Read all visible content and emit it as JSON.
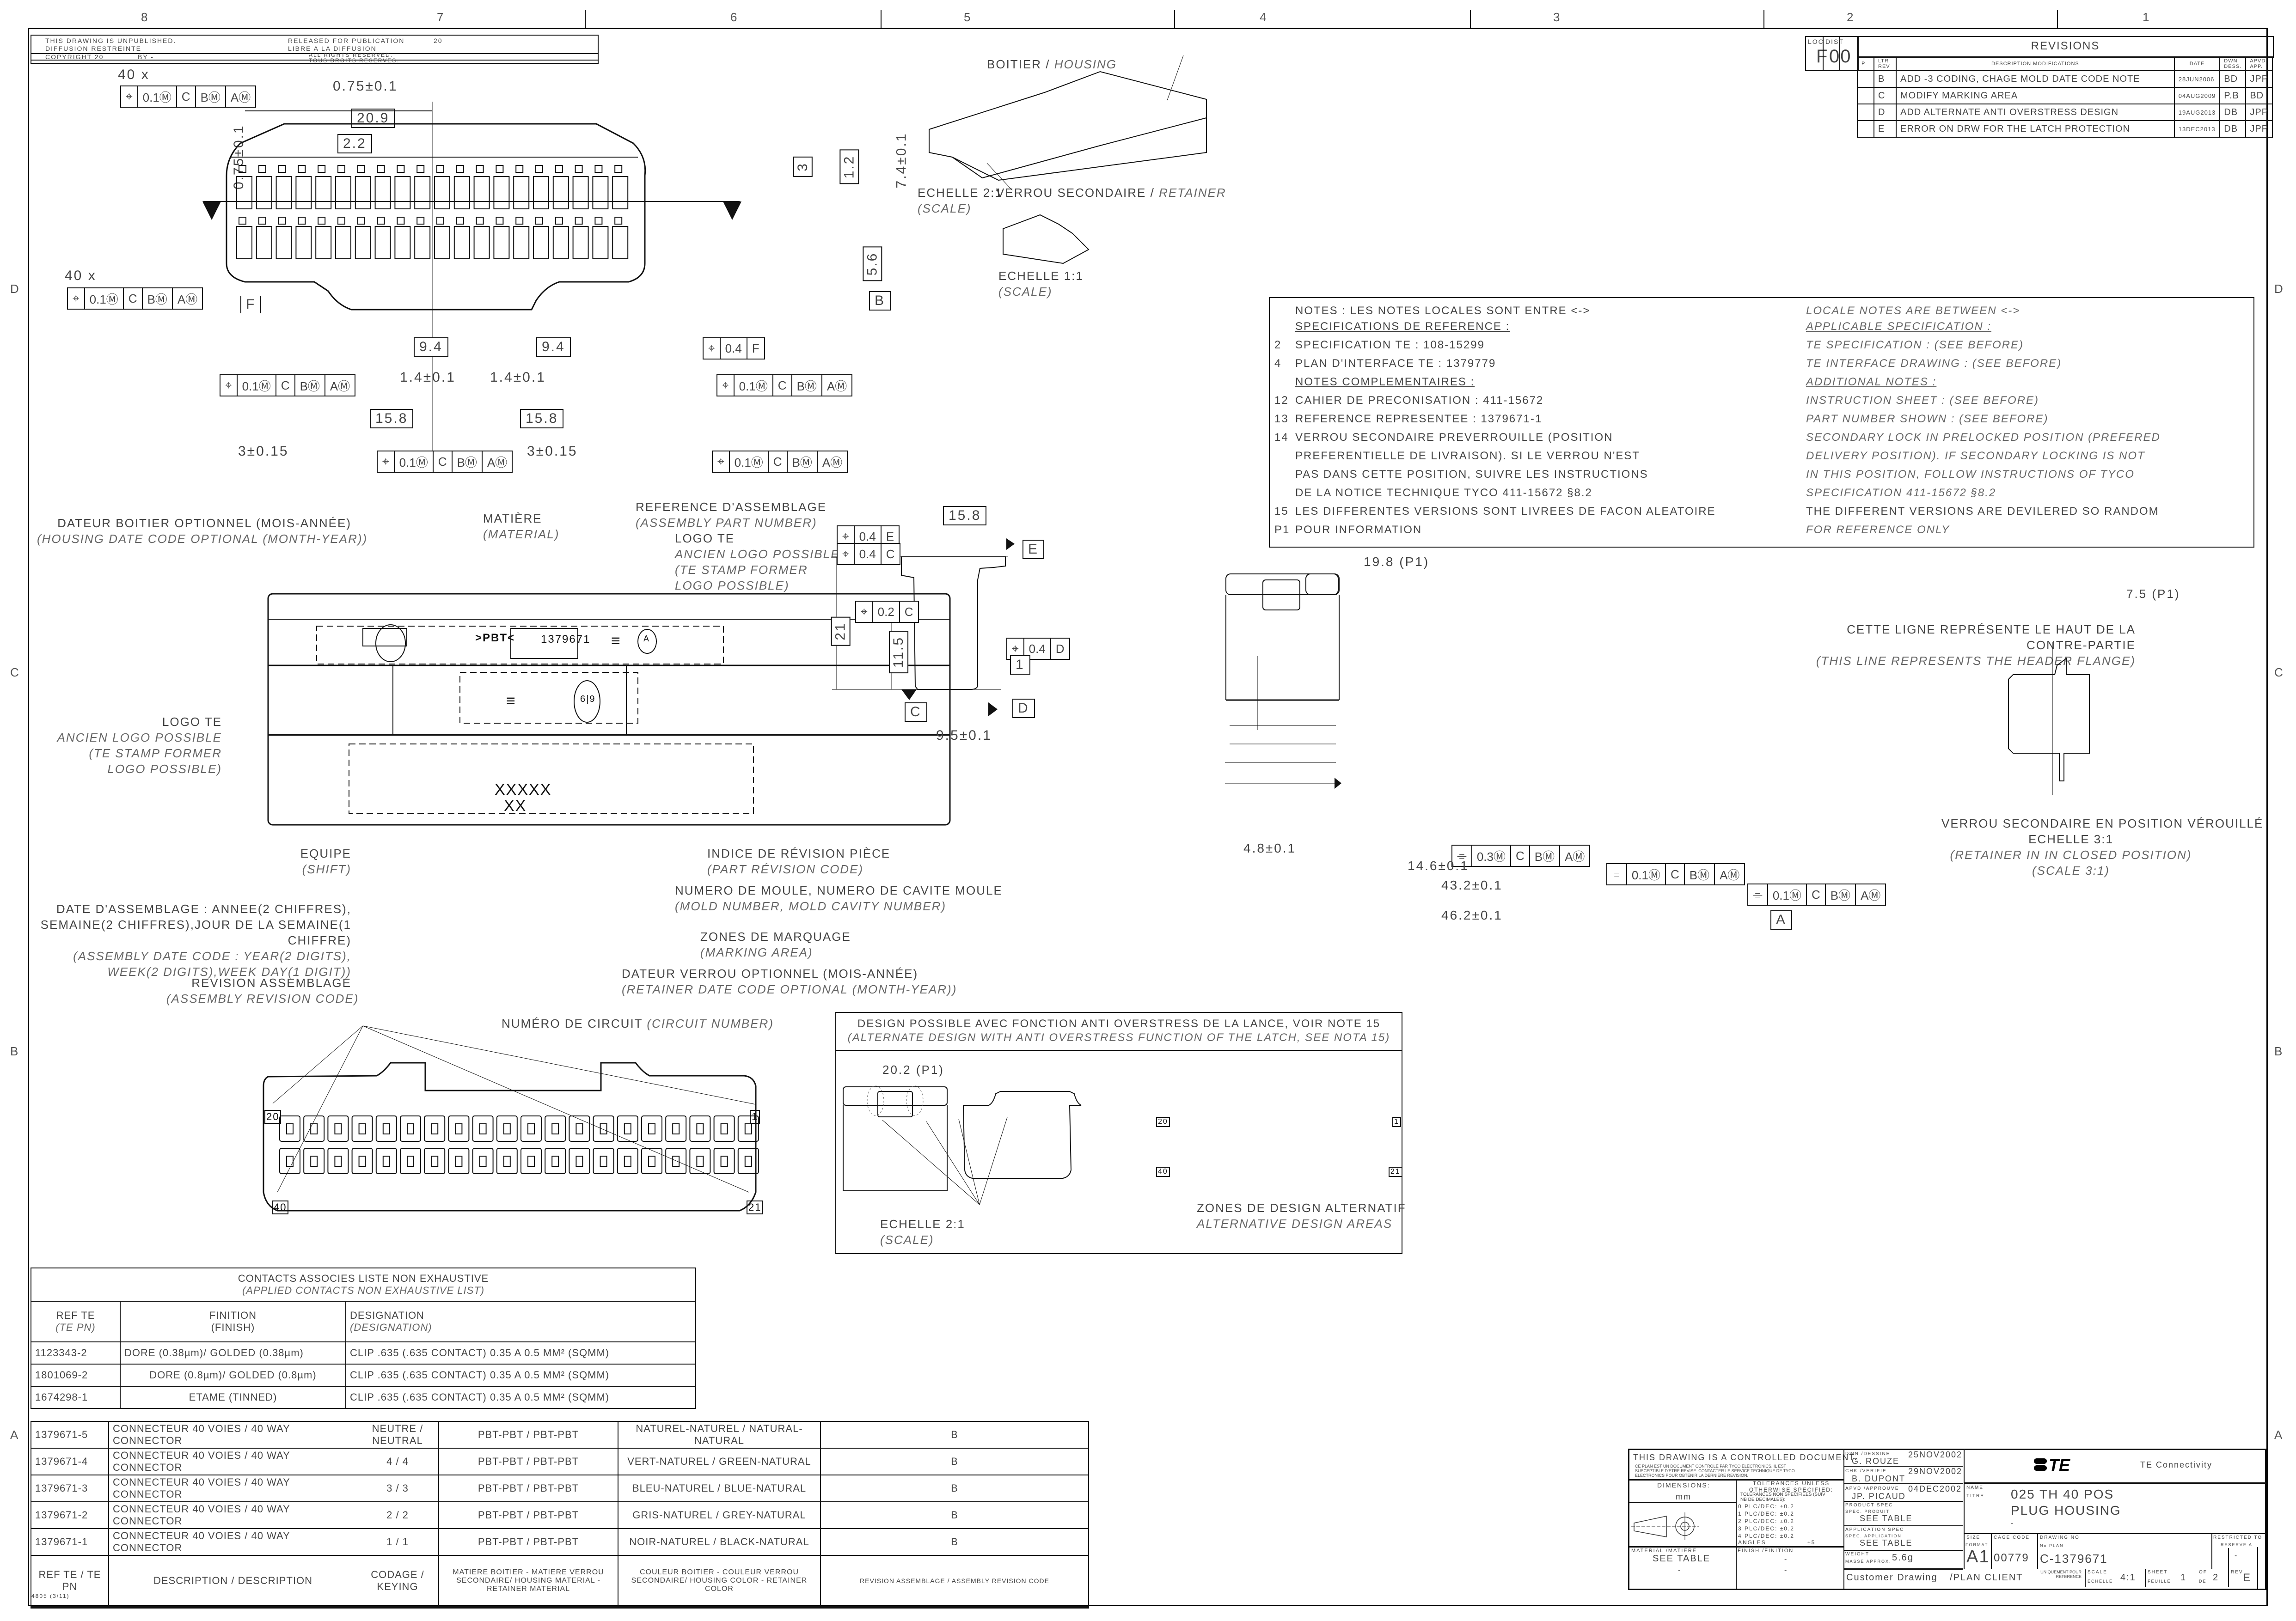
{
  "sheet": {
    "zones_top": [
      "8",
      "7",
      "6",
      "5",
      "4",
      "3",
      "2",
      "1"
    ],
    "zones_side": [
      "D",
      "C",
      "B",
      "A"
    ]
  },
  "publication_block": {
    "unpublished_en": "THIS DRAWING IS UNPUBLISHED.",
    "unpublished_fr": "DIFFUSION RESTREINTE",
    "released_en": "RELEASED FOR PUBLICATION",
    "released_fr": "LIBRE A LA DIFFUSION",
    "released_year": "20",
    "copyright": "COPYRIGHT 20",
    "copyright_by": "BY -",
    "rights_en": "ALL RIGHTS RESERVED.",
    "rights_fr": "TOUS DROITS RESERVES."
  },
  "revisions": {
    "title": "REVISIONS",
    "loc_label": "LOC",
    "loc_value": "F",
    "dist_label": "DIST",
    "dist_value": "00",
    "headers": {
      "p": "P",
      "ltr": "LTR REV",
      "desc": "DESCRIPTION MODIFICATIONS",
      "date": "DATE",
      "dwn": "DWN DESS.",
      "apvd": "APVD APP."
    },
    "rows": [
      {
        "ltr": "B",
        "desc": "ADD -3 CODING, CHAGE MOLD DATE CODE NOTE",
        "date": "28JUN2006",
        "dwn": "BD",
        "apvd": "JPP"
      },
      {
        "ltr": "C",
        "desc": "MODIFY MARKING AREA",
        "date": "04AUG2009",
        "dwn": "P.B",
        "apvd": "BD"
      },
      {
        "ltr": "D",
        "desc": "ADD ALTERNATE ANTI OVERSTRESS DESIGN",
        "date": "19AUG2013",
        "dwn": "DB",
        "apvd": "JPP"
      },
      {
        "ltr": "E",
        "desc": "ERROR ON DRW FOR THE LATCH PROTECTION",
        "date": "13DEC2013",
        "dwn": "DB",
        "apvd": "JPP"
      }
    ]
  },
  "front_view": {
    "count_top": "40 x",
    "count_mid": "40 x",
    "fcf_top": [
      "⌖",
      "0.1Ⓜ",
      "C",
      "BⓂ",
      "AⓂ"
    ],
    "fcf_mid": [
      "⌖",
      "0.1Ⓜ",
      "C",
      "BⓂ",
      "AⓂ"
    ],
    "dims": {
      "pitch": "0.75±0.1",
      "half_width": "20.9",
      "first": "2.2",
      "vert_pitch": "0.75±0.1",
      "d3": "3",
      "d12": "1.2",
      "d74": "7.4±0.1",
      "d56": "5.6",
      "d94a": "9.4",
      "d94b": "9.4",
      "d14a": "1.4±0.1",
      "d14b": "1.4±0.1",
      "d158a": "15.8",
      "d158b": "15.8",
      "d3a": "3±0.15",
      "d3b": "3±0.15"
    },
    "datum_f": "F",
    "datum_b": "B",
    "fcf_f": [
      "⌖",
      "0.4",
      "F"
    ]
  },
  "iso_views": {
    "housing_label_fr": "BOITIER",
    "housing_label_en": "HOUSING",
    "retainer_label_fr": "VERROU SECONDAIRE",
    "retainer_label_en": "RETAINER",
    "scale1_fr": "ECHELLE 2:1",
    "scale1_en": "(SCALE)",
    "scale2_fr": "ECHELLE 1:1",
    "scale2_en": "(SCALE)"
  },
  "notes": {
    "header_fr": "NOTES : LES NOTES LOCALES SONT ENTRE <->",
    "header_en": "LOCALE NOTES ARE BETWEEN <->",
    "rows": [
      {
        "num": "",
        "fr": "SPECIFICATIONS DE REFERENCE :",
        "en": "APPLICABLE SPECIFICATION :",
        "heading": true
      },
      {
        "num": "2",
        "fr": "SPECIFICATION TE : 108-15299",
        "en": "TE SPECIFICATION : (SEE BEFORE)"
      },
      {
        "num": "4",
        "fr": "PLAN D'INTERFACE TE : 1379779",
        "en": "TE INTERFACE DRAWING : (SEE BEFORE)"
      },
      {
        "num": "",
        "fr": "NOTES COMPLEMENTAIRES :",
        "en": "ADDITIONAL NOTES :",
        "heading": true
      },
      {
        "num": "12",
        "fr": "CAHIER DE PRECONISATION : 411-15672",
        "en": "INSTRUCTION SHEET : (SEE BEFORE)"
      },
      {
        "num": "13",
        "fr": "REFERENCE REPRESENTEE : 1379671-1",
        "en": "PART NUMBER SHOWN : (SEE BEFORE)"
      },
      {
        "num": "14",
        "fr": "VERROU SECONDAIRE PREVERROUILLE (POSITION",
        "en": "SECONDARY LOCK IN PRELOCKED POSITION (PREFERED"
      },
      {
        "num": "",
        "fr": "PREFERENTIELLE DE LIVRAISON). SI LE VERROU N'EST",
        "en": "DELIVERY POSITION). IF SECONDARY LOCKING IS NOT"
      },
      {
        "num": "",
        "fr": "PAS DANS CETTE POSITION, SUIVRE LES INSTRUCTIONS",
        "en": "IN THIS POSITION, FOLLOW INSTRUCTIONS OF TYCO"
      },
      {
        "num": "",
        "fr": "DE LA NOTICE TECHNIQUE TYCO 411-15672 §8.2",
        "en": "SPECIFICATION 411-15672 §8.2"
      },
      {
        "num": "15",
        "fr": "LES DIFFERENTES VERSIONS SONT LIVREES DE FACON ALEATOIRE",
        "en": "THE DIFFERENT VERSIONS ARE DEVILERED SO RANDOM"
      },
      {
        "num": "P1",
        "fr": "POUR INFORMATION",
        "en": "FOR REFERENCE ONLY"
      }
    ]
  },
  "marking_view": {
    "callouts": [
      {
        "fr": "DATEUR BOITIER OPTIONNEL (MOIS-ANNÉE)",
        "en": "(HOUSING DATE CODE OPTIONAL (MONTH-YEAR))"
      },
      {
        "fr": "MATIÈRE",
        "en": "(MATERIAL)"
      },
      {
        "fr": "REFERENCE D'ASSEMBLAGE",
        "en": "(ASSEMBLY PART NUMBER)"
      },
      {
        "fr": "LOGO TE",
        "en": "ANCIEN LOGO POSSIBLE (TE STAMP FORMER LOGO POSSIBLE)"
      },
      {
        "fr": "LOGO TE",
        "en": "ANCIEN LOGO POSSIBLE (TE STAMP FORMER LOGO POSSIBLE)"
      },
      {
        "fr": "EQUIPE",
        "en": "(SHIFT)"
      },
      {
        "fr": "DATE D'ASSEMBLAGE : ANNEE(2 CHIFFRES), SEMAINE(2 CHIFFRES),JOUR DE LA SEMAINE(1 CHIFFRE)",
        "en": "(ASSEMBLY DATE CODE : YEAR(2 DIGITS), WEEK(2 DIGITS),WEEK DAY(1 DIGIT))"
      },
      {
        "fr": "REVISION ASSEMBLAGE",
        "en": "(ASSEMBLY REVISION CODE)"
      },
      {
        "fr": "INDICE DE RÉVISION PIÈCE",
        "en": "(PART RÉVISION CODE)"
      },
      {
        "fr": "NUMERO DE MOULE, NUMERO DE CAVITE MOULE",
        "en": "(MOLD NUMBER, MOLD CAVITY NUMBER)"
      },
      {
        "fr": "ZONES DE MARQUAGE",
        "en": "(MARKING AREA)"
      },
      {
        "fr": "DATEUR VERROU OPTIONNEL (MOIS-ANNÉE)",
        "en": "(RETAINER DATE CODE OPTIONAL (MONTH-YEAR))"
      }
    ],
    "material_mark": ">PBT<",
    "part_mark": "1379671",
    "rev_mark": "A",
    "code_big": "XXXXX",
    "code_small": "XX",
    "dial": "6|9"
  },
  "side_view": {
    "d158": "15.8",
    "d21": "21",
    "d115": "11.5",
    "d95": "9.5±0.1",
    "d1": "1",
    "fcf_e": [
      "⌖",
      "0.4",
      "E"
    ],
    "fcf_c": [
      "⌖",
      "0.4",
      "C"
    ],
    "fcf_c2": [
      "⌖",
      "0.2",
      "C"
    ],
    "fcf_d": [
      "⌖",
      "0.4",
      "D"
    ],
    "datum_e": "E",
    "datum_c": "C",
    "datum_d": "D"
  },
  "top_view": {
    "d98": "19.8 (P1)",
    "d48": "4.8±0.1",
    "d146": "14.6±0.1",
    "d432": "43.2±0.1",
    "d462": "46.2±0.1",
    "fcf_1": [
      "⌯",
      "0.3Ⓜ",
      "C",
      "BⓂ",
      "AⓂ"
    ],
    "fcf_2": [
      "⌯",
      "0.1Ⓜ",
      "C",
      "BⓂ",
      "AⓂ"
    ],
    "fcf_3": [
      "⌯",
      "0.1Ⓜ",
      "C",
      "BⓂ",
      "AⓂ"
    ],
    "datum_a": "A"
  },
  "locked_view": {
    "d75": "7.5 (P1)",
    "line_fr": "CETTE LIGNE REPRÉSENTE LE HAUT DE LA CONTRE-PARTIE",
    "line_en": "(THIS LINE REPRESENTS THE HEADER FLANGE)",
    "caption_fr": "VERROU SECONDAIRE EN POSITION VÉROUILLÉ",
    "caption_scale": "ECHELLE 3:1",
    "caption_en": "(RETAINER IN IN CLOSED POSITION)",
    "caption_en_scale": "(SCALE 3:1)"
  },
  "circuit_view": {
    "label_fr": "NUMÉRO DE CIRCUIT",
    "label_en": "(CIRCUIT NUMBER)",
    "corners": [
      "20",
      "1",
      "40",
      "21"
    ],
    "columns": 20
  },
  "alt_design": {
    "title_fr": "DESIGN POSSIBLE AVEC FONCTION ANTI OVERSTRESS DE LA LANCE, VOIR NOTE 15",
    "title_en": "(ALTERNATE DESIGN WITH ANTI OVERSTRESS FUNCTION OF THE LATCH, SEE NOTA 15)",
    "d202": "20.2 (P1)",
    "scale_fr": "ECHELLE 2:1",
    "scale_en": "(SCALE)",
    "zones_fr": "ZONES DE DESIGN ALTERNATIF",
    "zones_en": "ALTERNATIVE DESIGN AREAS",
    "corners": [
      "20",
      "1",
      "40",
      "21"
    ]
  },
  "contacts_table": {
    "title_fr": "CONTACTS ASSOCIES LISTE NON EXHAUSTIVE",
    "title_en": "(APPLIED CONTACTS NON EXHAUSTIVE LIST)",
    "headers": [
      {
        "fr": "REF TE",
        "en": "(TE PN)"
      },
      {
        "fr": "FINITION",
        "en": "(FINISH)"
      },
      {
        "fr": "DESIGNATION",
        "en": "(DESIGNATION)"
      }
    ],
    "rows": [
      {
        "ref": "1123343-2",
        "finish": "DORE (0.38µm)/ GOLDED (0.38µm)",
        "designation": "CLIP .635 (.635 CONTACT) 0.35 A 0.5 MM² (SQMM)"
      },
      {
        "ref": "1801069-2",
        "finish": "DORE (0.8µm)/ GOLDED (0.8µm)",
        "designation": "CLIP .635 (.635 CONTACT) 0.35 A 0.5 MM² (SQMM)"
      },
      {
        "ref": "1674298-1",
        "finish": "ETAME (TINNED)",
        "designation": "CLIP .635 (.635 CONTACT) 0.35 A 0.5 MM² (SQMM)"
      }
    ]
  },
  "parts_table": {
    "rows": [
      {
        "ref": "1379671-5",
        "desc": "CONNECTEUR 40 VOIES / 40 WAY CONNECTOR",
        "keying": "NEUTRE / NEUTRAL",
        "material": "PBT-PBT / PBT-PBT",
        "color": "NATUREL-NATUREL / NATURAL-NATURAL",
        "rev": "B"
      },
      {
        "ref": "1379671-4",
        "desc": "CONNECTEUR 40 VOIES / 40 WAY CONNECTOR",
        "keying": "4 / 4",
        "material": "PBT-PBT / PBT-PBT",
        "color": "VERT-NATUREL / GREEN-NATURAL",
        "rev": "B"
      },
      {
        "ref": "1379671-3",
        "desc": "CONNECTEUR 40 VOIES / 40 WAY CONNECTOR",
        "keying": "3 / 3",
        "material": "PBT-PBT / PBT-PBT",
        "color": "BLEU-NATUREL / BLUE-NATURAL",
        "rev": "B"
      },
      {
        "ref": "1379671-2",
        "desc": "CONNECTEUR 40 VOIES / 40 WAY CONNECTOR",
        "keying": "2 / 2",
        "material": "PBT-PBT / PBT-PBT",
        "color": "GRIS-NATUREL / GREY-NATURAL",
        "rev": "B"
      },
      {
        "ref": "1379671-1",
        "desc": "CONNECTEUR 40 VOIES / 40 WAY CONNECTOR",
        "keying": "1 / 1",
        "material": "PBT-PBT / PBT-PBT",
        "color": "NOIR-NATUREL / BLACK-NATURAL",
        "rev": "B"
      }
    ],
    "headers": {
      "ref": "REF TE / TE PN",
      "desc": "DESCRIPTION / DESCRIPTION",
      "keying": "CODAGE / KEYING",
      "material": "MATIERE BOITIER - MATIERE VERROU SECONDAIRE/ HOUSING MATERIAL - RETAINER MATERIAL",
      "color": "COULEUR BOITIER - COULEUR VERROU SECONDAIRE/ HOUSING COLOR - RETAINER COLOR",
      "rev": "REVISION ASSEMBLAGE / ASSEMBLY REVISION CODE"
    }
  },
  "form_code": "4805 (3/11)",
  "title_block": {
    "controlled_en": "THIS DRAWING IS A CONTROLLED DOCUMENT.",
    "controlled_fr": "CE PLAN EST UN DOCUMENT CONTROLE PAR TYCO ELECTRONICS. IL EST SUSCEPTIBLE D'ETRE REVISE. CONTACTER LE SERVICE TECHNIQUE DE TYCO ELECTRONICS POUR OBTENIR LA DERNIERE REVISION.",
    "dimensions_label": "DIMENSIONS:",
    "dimensions_unit": "mm",
    "tol_title": "TOLERANCES UNLESS OTHERWISE SPECIFIED:",
    "tol_title_fr": "TOLERANCES NON SPECIFIEES (SUIV NB DE DECIMALES):",
    "tolerances": [
      "0 PLC/DEC: ±0.2",
      "1 PLC/DEC: ±0.2",
      "2 PLC/DEC: ±0.2",
      "3 PLC/DEC: ±0.2",
      "4 PLC/DEC: ±0.2"
    ],
    "angles_label": "ANGLES",
    "angles_value": "±5",
    "material_label": "MATERIAL /MATIERE",
    "material_value": "SEE TABLE",
    "material_sub": "-",
    "finish_label": "FINISH /FINITION",
    "finish_value": "-",
    "finish_sub": "-",
    "dwn_label": "DWN /DESSINE",
    "dwn_date": "25NOV2002",
    "dwn_name": "G. ROUZE",
    "chk_label": "CHK /VERIFIE",
    "chk_date": "29NOV2002",
    "chk_name": "B. DUPONT",
    "apvd_label": "APVD /APPROUVE",
    "apvd_date": "04DEC2002",
    "apvd_name": "JP. PICAUD",
    "product_spec_label": "PRODUCT SPEC",
    "product_spec_label_fr": "SPEC. PRODUIT",
    "product_spec_value": "SEE TABLE",
    "app_spec_label": "APPLICATION SPEC",
    "app_spec_label_fr": "SPEC. APPLICATION",
    "app_spec_value": "SEE TABLE",
    "weight_label": "WEIGHT",
    "weight_label_fr": "MASSE APPROX.",
    "weight_value": "5.6g",
    "company": "TE Connectivity",
    "logo_text": "TE",
    "name_label": "NAME",
    "name_label_fr": "TITRE",
    "title_line1": "025 TH 40 POS",
    "title_line2": "PLUG HOUSING",
    "title_line3": "-",
    "size_label": "SIZE",
    "size_label_fr": "FORMAT",
    "size_value": "A1",
    "cage_label": "CAGE CODE",
    "cage_value": "00779",
    "dwg_label": "DRAWING NO",
    "dwg_label_fr": "No PLAN",
    "dwg_value": "C-1379671",
    "restricted_label": "RESTRICTED TO",
    "restricted_label_fr": "RESERVE A",
    "restricted_value": "-",
    "customer_drawing": "Customer Drawing",
    "plan_client": "/PLAN CLIENT",
    "ref_only": "UNIQUEMENT POUR REFERENCE",
    "scale_label": "SCALE",
    "scale_label_fr": "ECHELLE",
    "scale_value": "4:1",
    "sheet_label": "SHEET",
    "sheet_label_fr": "FEUILLE",
    "sheet_value": "1",
    "of_label": "OF",
    "of_label_fr": "DE",
    "of_value": "2",
    "rev_label": "REV",
    "rev_value": "E"
  }
}
